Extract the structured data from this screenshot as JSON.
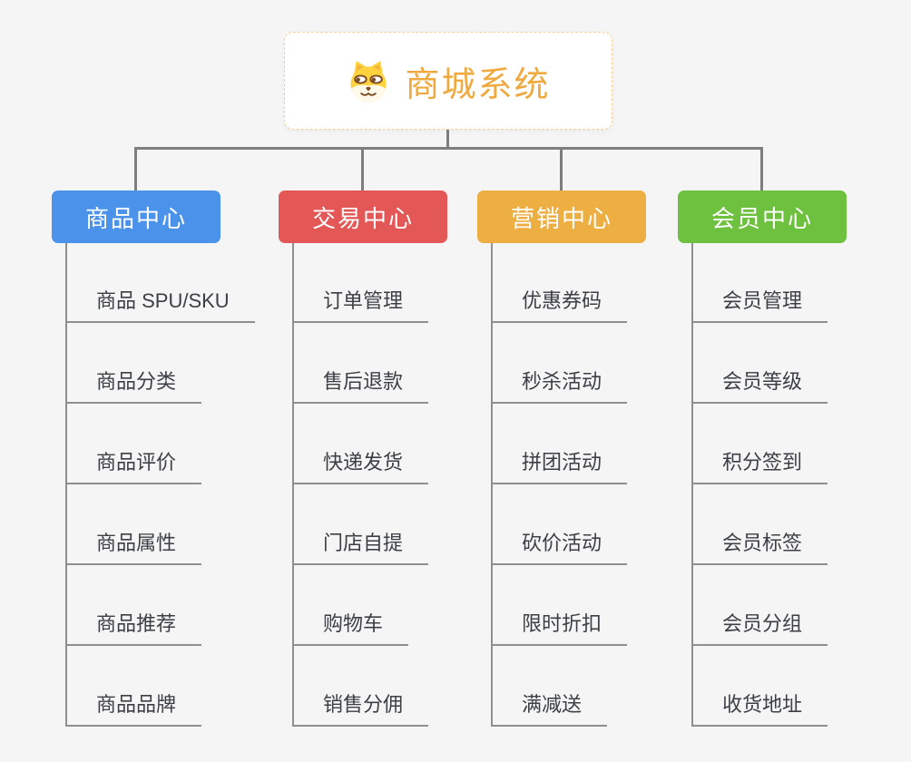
{
  "root": {
    "title": "商城系统",
    "icon": "dog-face-icon",
    "text_color": "#F0A93E",
    "border_color": "#F6CE93",
    "background": "#FFFFFF"
  },
  "background_color": "#F5F5F6",
  "connector_color": "#7E7E7E",
  "leaf_line_color": "#8F8F8F",
  "leaf_text_color": "#3C4045",
  "branches": [
    {
      "label": "商品中心",
      "color": "#4B93EA",
      "children": [
        "商品 SPU/SKU",
        "商品分类",
        "商品评价",
        "商品属性",
        "商品推荐",
        "商品品牌"
      ]
    },
    {
      "label": "交易中心",
      "color": "#E35757",
      "children": [
        "订单管理",
        "售后退款",
        "快递发货",
        "门店自提",
        "购物车",
        "销售分佣"
      ]
    },
    {
      "label": "营销中心",
      "color": "#EDAE42",
      "children": [
        "优惠券码",
        "秒杀活动",
        "拼团活动",
        "砍价活动",
        "限时折扣",
        "满减送"
      ]
    },
    {
      "label": "会员中心",
      "color": "#6EC13F",
      "children": [
        "会员管理",
        "会员等级",
        "积分签到",
        "会员标签",
        "会员分组",
        "收货地址"
      ]
    }
  ]
}
